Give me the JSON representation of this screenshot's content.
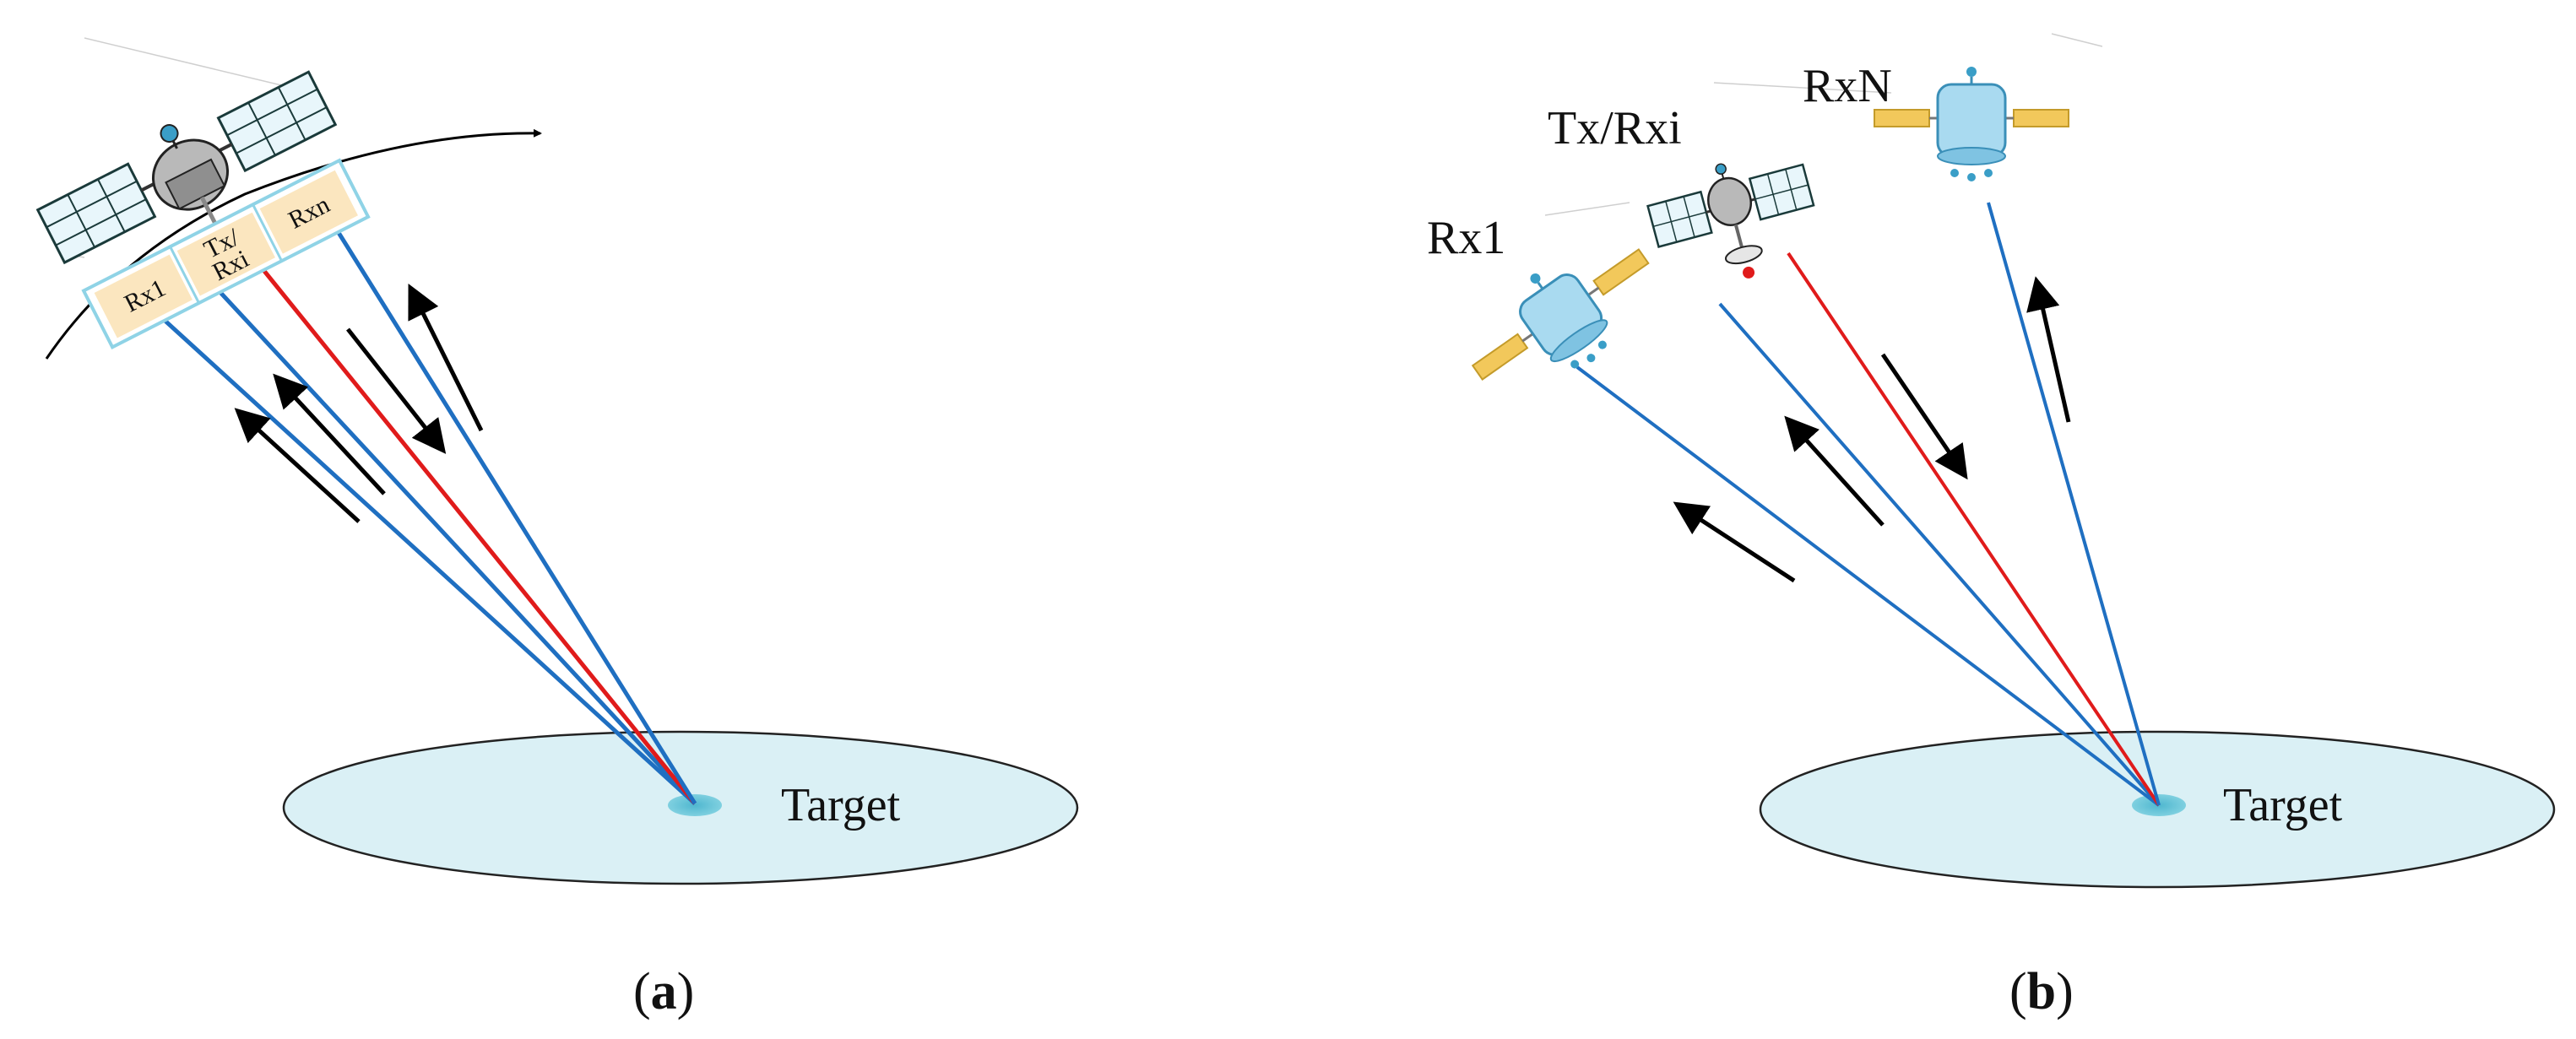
{
  "panel_a": {
    "caption_open": "(",
    "caption_letter": "a",
    "caption_close": ")",
    "target_label": "Target",
    "antenna_labels": {
      "rx1": "Rx1",
      "txrx_line1": "Tx/",
      "txrx_line2": "Rxi",
      "rxn": "Rxn"
    }
  },
  "panel_b": {
    "caption_open": "(",
    "caption_letter": "b",
    "caption_close": ")",
    "target_label": "Target",
    "satellite_labels": {
      "rx1": "Rx1",
      "txrxi": "Tx/Rxi",
      "rxn": "RxN"
    }
  },
  "colors": {
    "receive_beam": "#1f6fc1",
    "transmit_beam": "#e01b1b",
    "arrow": "#000000",
    "target_area_fill": "#daf0f5",
    "target_spot": "#5ec3d6",
    "antenna_panel_fill": "#fbe6bf",
    "antenna_frame": "#8fd3e6",
    "solar_panel": "#f2c85b",
    "satellite_body": "#a9daf0"
  }
}
